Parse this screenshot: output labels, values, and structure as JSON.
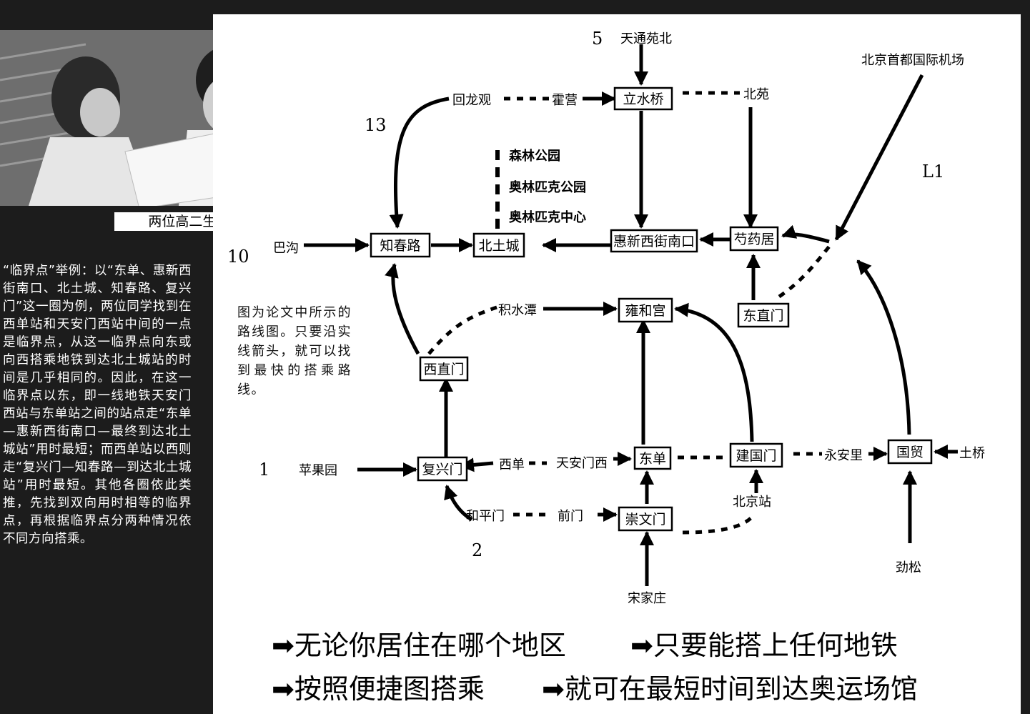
{
  "photo": {
    "caption": "两位高二生做出“大文章”。"
  },
  "side_text": "“临界点”举例：以“东单、惠新西街南口、北土城、知春路、复兴门”这一圈为例，两位同学找到在西单站和天安门西站中间的一点是临界点，从这一临界点向东或向西搭乘地铁到达北土城站的时间是几乎相同的。因此，在这一临界点以东，即一线地铁天安门西站与东单站之间的站点走“东单—惠新西街南口—最终到达北土城站”用时最短；而西单站以西则走“复兴门—知春路—到达北土城站”用时最短。其他各圈依此类推，先找到双向用时相等的临界点，再根据临界点分两种情况依不同方向搭乘。",
  "map_note": "图为论文中所示的路线图。只要沿实线箭头，就可以找到最快的搭乘路线。",
  "map": {
    "line_numbers": {
      "l5": "5",
      "l13": "13",
      "l10": "10",
      "l1": "1",
      "l2": "2",
      "l11": "L1"
    },
    "stations": {
      "lishuiqiao": "立水桥",
      "zhichunlu": "知春路",
      "beitucheng": "北土城",
      "huixinxijienankou": "惠新西街南口",
      "shaoyaoju": "芍药居",
      "yonghegong": "雍和宫",
      "dongzhimen": "东直门",
      "xizhimen": "西直门",
      "fuxingmen": "复兴门",
      "dongdan": "东单",
      "jianguomen": "建国门",
      "guomao": "国贸",
      "chongwenmen": "崇文门"
    },
    "labels": {
      "tiantongyuanbei": "天通苑北",
      "airport": "北京首都国际机场",
      "huilongguan": "回龙观",
      "huoying": "霍营",
      "beiyuan": "北苑",
      "forest_park": "森林公园",
      "olympic_park": "奥林匹克公园",
      "olympic_center": "奥林匹克中心",
      "bagou": "巴沟",
      "jishuitan": "积水潭",
      "pingguoyuan": "苹果园",
      "xidan": "西单",
      "tiananmenxi": "天安门西",
      "yonganli": "永安里",
      "sihui": "土桥",
      "hepingmen": "和平门",
      "qianmen": "前门",
      "beijingzhan": "北京站",
      "jinsong": "劲松",
      "songjiazhuang": "宋家庄"
    }
  },
  "slogans": {
    "s1": "➡无论你居住在哪个地区",
    "s2": "➡只要能搭上任何地铁",
    "s3": "➡按照便捷图搭乘",
    "s4": "➡就可在最短时间到达奥运场馆"
  }
}
